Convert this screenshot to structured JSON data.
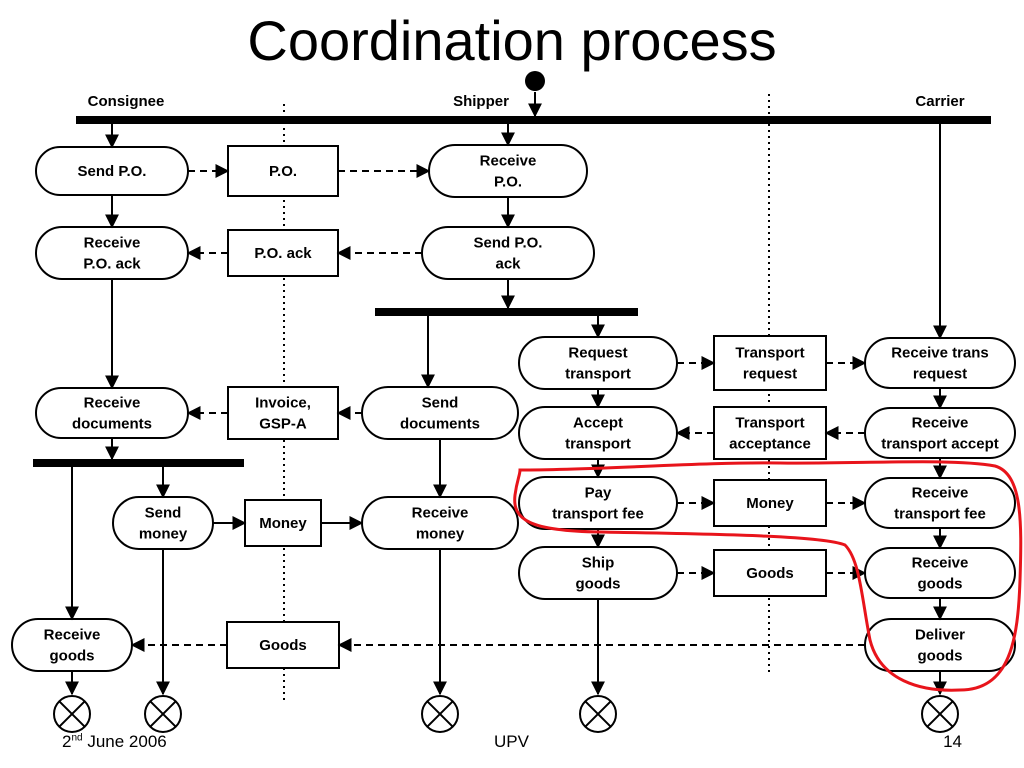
{
  "title": "Coordination process",
  "lanes": {
    "consignee": "Consignee",
    "shipper": "Shipper",
    "carrier": "Carrier"
  },
  "nodes": {
    "send_po": [
      "Send P.O."
    ],
    "po_doc": [
      "P.O."
    ],
    "receive_po": [
      "Receive",
      "P.O."
    ],
    "receive_po_ack": [
      "Receive",
      "P.O. ack"
    ],
    "po_ack_doc": [
      "P.O. ack"
    ],
    "send_po_ack": [
      "Send P.O.",
      "ack"
    ],
    "request_transport": [
      "Request",
      "transport"
    ],
    "transport_request_doc": [
      "Transport",
      "request"
    ],
    "receive_trans_request": [
      "Receive trans",
      "request"
    ],
    "receive_documents": [
      "Receive",
      "documents"
    ],
    "invoice_doc": [
      "Invoice,",
      "GSP-A"
    ],
    "send_documents": [
      "Send",
      "documents"
    ],
    "accept_transport": [
      "Accept",
      "transport"
    ],
    "transport_acceptance_doc": [
      "Transport",
      "acceptance"
    ],
    "receive_transport_accept": [
      "Receive",
      "transport accept"
    ],
    "send_money": [
      "Send",
      "money"
    ],
    "money_doc_left": [
      "Money"
    ],
    "receive_money": [
      "Receive",
      "money"
    ],
    "pay_transport_fee": [
      "Pay",
      "transport fee"
    ],
    "money_doc_right": [
      "Money"
    ],
    "receive_transport_fee": [
      "Receive",
      "transport fee"
    ],
    "ship_goods": [
      "Ship",
      "goods"
    ],
    "goods_doc_right": [
      "Goods"
    ],
    "receive_goods_carrier": [
      "Receive",
      "goods"
    ],
    "receive_goods_consignee": [
      "Receive",
      "goods"
    ],
    "goods_doc_left": [
      "Goods"
    ],
    "deliver_goods": [
      "Deliver",
      "goods"
    ]
  },
  "highlight_color": "#e8141b",
  "footer": {
    "date_day": "2",
    "date_suffix": "nd",
    "date_rest": " June 2006",
    "org": "UPV",
    "page": "14"
  }
}
